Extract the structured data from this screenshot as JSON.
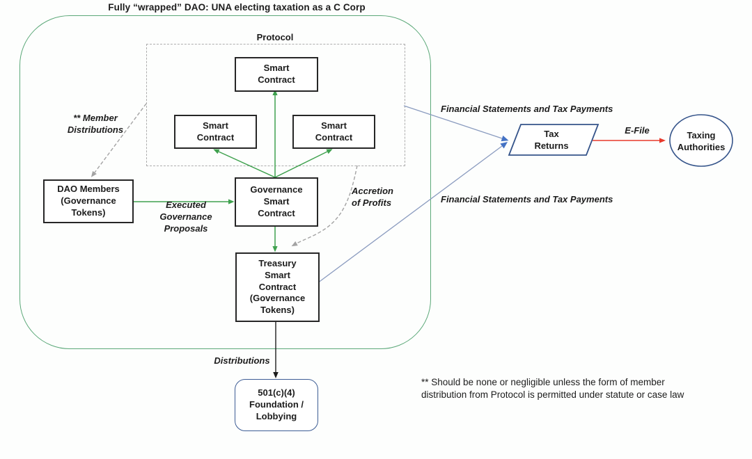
{
  "title": "Fully “wrapped” DAO: UNA electing taxation as a C Corp",
  "protocol": {
    "label": "Protocol",
    "smart_contract_top": "Smart\nContract",
    "smart_contract_left": "Smart\nContract",
    "smart_contract_right": "Smart\nContract"
  },
  "nodes": {
    "dao_members": "DAO Members\n(Governance\nTokens)",
    "governance": "Governance\nSmart\nContract",
    "treasury": "Treasury\nSmart\nContract\n(Governance\nTokens)",
    "tax_returns": "Tax\nReturns",
    "taxing_authorities": "Taxing\nAuthorities",
    "foundation": "501(c)(4)\nFoundation /\nLobbying"
  },
  "edges": {
    "member_distributions": "** Member\nDistributions",
    "executed_proposals": "Executed\nGovernance\nProposals",
    "accretion_of_profits": "Accretion\nof Profits",
    "financial_statements_top": "Financial Statements and Tax Payments",
    "financial_statements_bottom": "Financial Statements and Tax Payments",
    "efile": "E-File",
    "distributions": "Distributions"
  },
  "footnote": "** Should be none or negligible unless the form of member distribution from Protocol is permitted under statute or case law",
  "colors": {
    "container_green": "#5ba878",
    "arrow_green": "#3fa14e",
    "dashed_gray": "#a3a3a3",
    "line_blue": "#8a9bbf",
    "arrowhead_blue": "#4472c4",
    "arrow_red": "#e8392b",
    "shape_navy": "#35548a",
    "box_black": "#262626"
  }
}
